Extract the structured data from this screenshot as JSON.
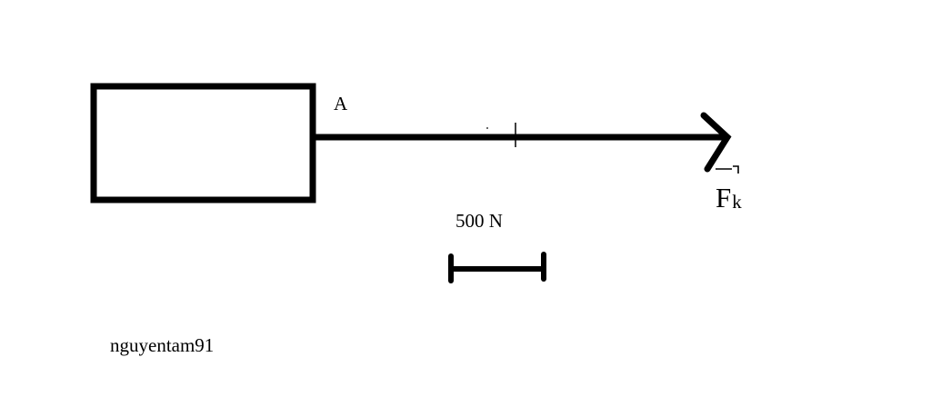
{
  "diagram": {
    "point_label": "A",
    "force_label": {
      "main": "F",
      "subscript": "k"
    },
    "scale_label": "500 N",
    "scale_value_newtons": 500,
    "credit": "nguyentam91",
    "colors": {
      "stroke": "#000000",
      "background": "#ffffff"
    }
  }
}
